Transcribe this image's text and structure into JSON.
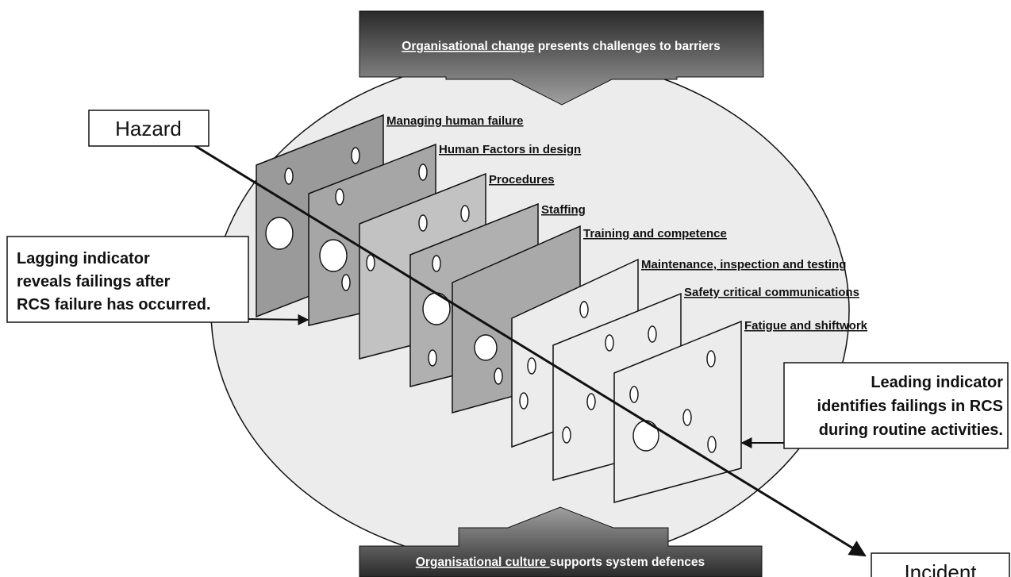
{
  "top_arrow": {
    "underlined": "Organisational change",
    "rest": " presents challenges to barriers"
  },
  "bottom_arrow": {
    "underlined": "Organisational culture ",
    "rest": "supports system defences"
  },
  "hazard_label": "Hazard",
  "incident_label": "Incident",
  "lagging_indicator": {
    "lines": [
      "Lagging indicator",
      "reveals failings after",
      "RCS failure has occurred."
    ]
  },
  "leading_indicator": {
    "lines": [
      "Leading indicator",
      "identifies failings in RCS",
      "during routine activities."
    ]
  },
  "plates": [
    {
      "label": "Managing human failure",
      "fill": "#9a9a9a"
    },
    {
      "label": "Human Factors in design",
      "fill": "#a6a6a6"
    },
    {
      "label": "Procedures",
      "fill": "#c2c2c2"
    },
    {
      "label": "Staffing",
      "fill": "#b0b0b0"
    },
    {
      "label": "Training and competence",
      "fill": "#a9a9a9"
    },
    {
      "label": "Maintenance, inspection and testing",
      "fill": "#ececec"
    },
    {
      "label": "Safety critical communications",
      "fill": "#ececec"
    },
    {
      "label": "Fatigue and shiftwork",
      "fill": "#ececec"
    }
  ],
  "colors": {
    "ellipse_fill": "#ececec",
    "arrow_dark": "#2e2e2e",
    "arrow_light": "#8f8f8f"
  }
}
